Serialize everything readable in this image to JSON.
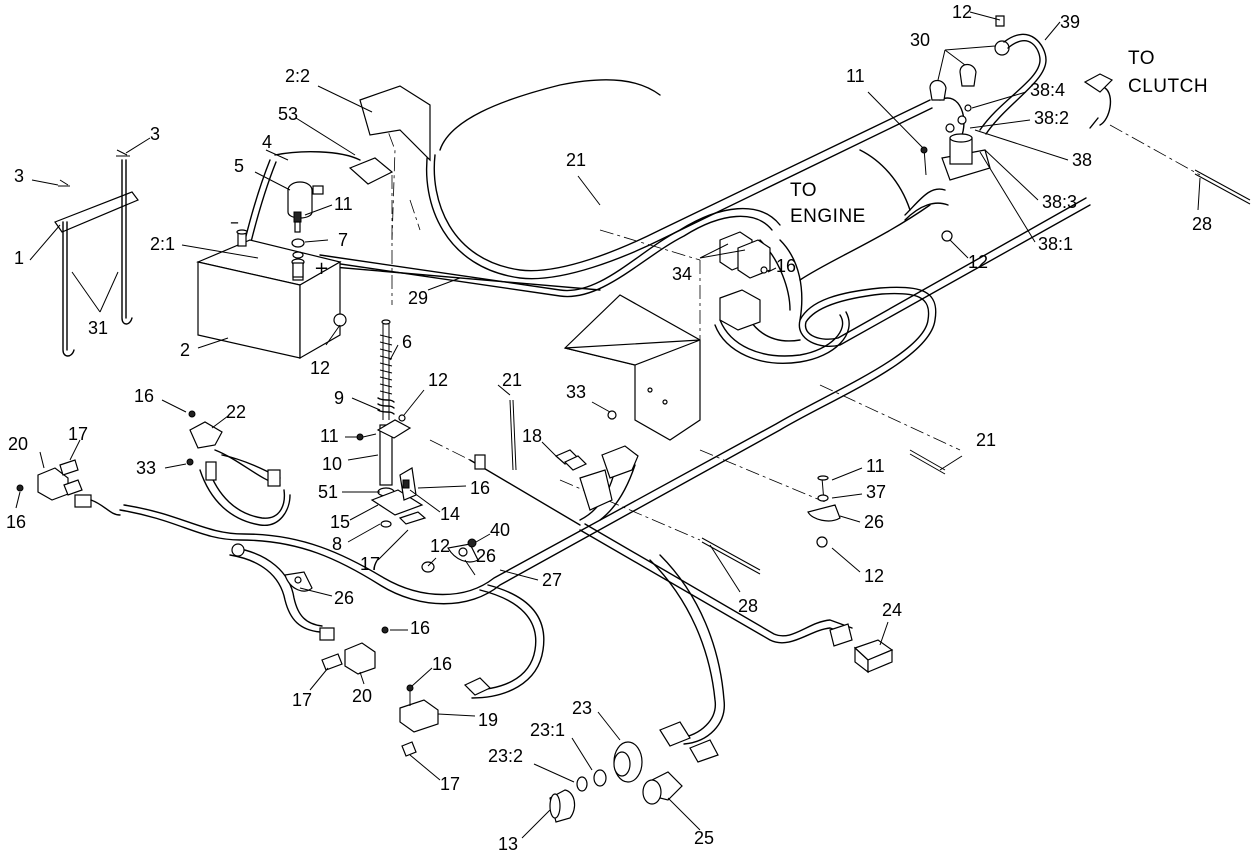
{
  "notes": {
    "to_clutch_line1": "TO",
    "to_clutch_line2": "CLUTCH",
    "to_engine_line1": "TO",
    "to_engine_line2": "ENGINE"
  },
  "polarity": {
    "negative": "–",
    "positive": "+"
  },
  "callouts": {
    "c_2_2": "2:2",
    "c_53": "53",
    "c_4": "4",
    "c_5": "5",
    "c_11_batt": "11",
    "c_7": "7",
    "c_2_1": "2:1",
    "c_2": "2",
    "c_12_batt": "12",
    "c_29": "29",
    "c_3_top": "3",
    "c_3_left": "3",
    "c_1": "1",
    "c_31": "31",
    "c_6": "6",
    "c_9": "9",
    "c_12_post": "12",
    "c_11_post": "11",
    "c_10": "10",
    "c_51": "51",
    "c_15": "15",
    "c_8": "8",
    "c_17_post": "17",
    "c_14": "14",
    "c_16_post": "16",
    "c_12_clamp": "12",
    "c_26_clamp": "26",
    "c_40": "40",
    "c_27": "27",
    "c_28_mid": "28",
    "c_21_mid": "21",
    "c_18": "18",
    "c_33_mid": "33",
    "c_21_top": "21",
    "c_34": "34",
    "c_16_relay": "16",
    "c_to_engine": "TO ENGINE",
    "c_11_sol": "11",
    "c_12_top": "12",
    "c_30": "30",
    "c_39": "39",
    "c_38_4": "38:4",
    "c_38_2": "38:2",
    "c_38": "38",
    "c_38_3": "38:3",
    "c_38_1": "38:1",
    "c_12_sol": "12",
    "c_28_right": "28",
    "c_21_right": "21",
    "c_11_right": "11",
    "c_37": "37",
    "c_26_right": "26",
    "c_12_right": "12",
    "c_24": "24",
    "c_16_left": "16",
    "c_22": "22",
    "c_33_left": "33",
    "c_20_left": "20",
    "c_17_left": "17",
    "c_16_far": "16",
    "c_26_left": "26",
    "c_16_sw": "16",
    "c_17_sw": "17",
    "c_20_sw": "20",
    "c_16_sw2": "16",
    "c_19": "19",
    "c_17_sw2": "17",
    "c_23": "23",
    "c_23_1": "23:1",
    "c_23_2": "23:2",
    "c_13": "13",
    "c_25": "25"
  }
}
